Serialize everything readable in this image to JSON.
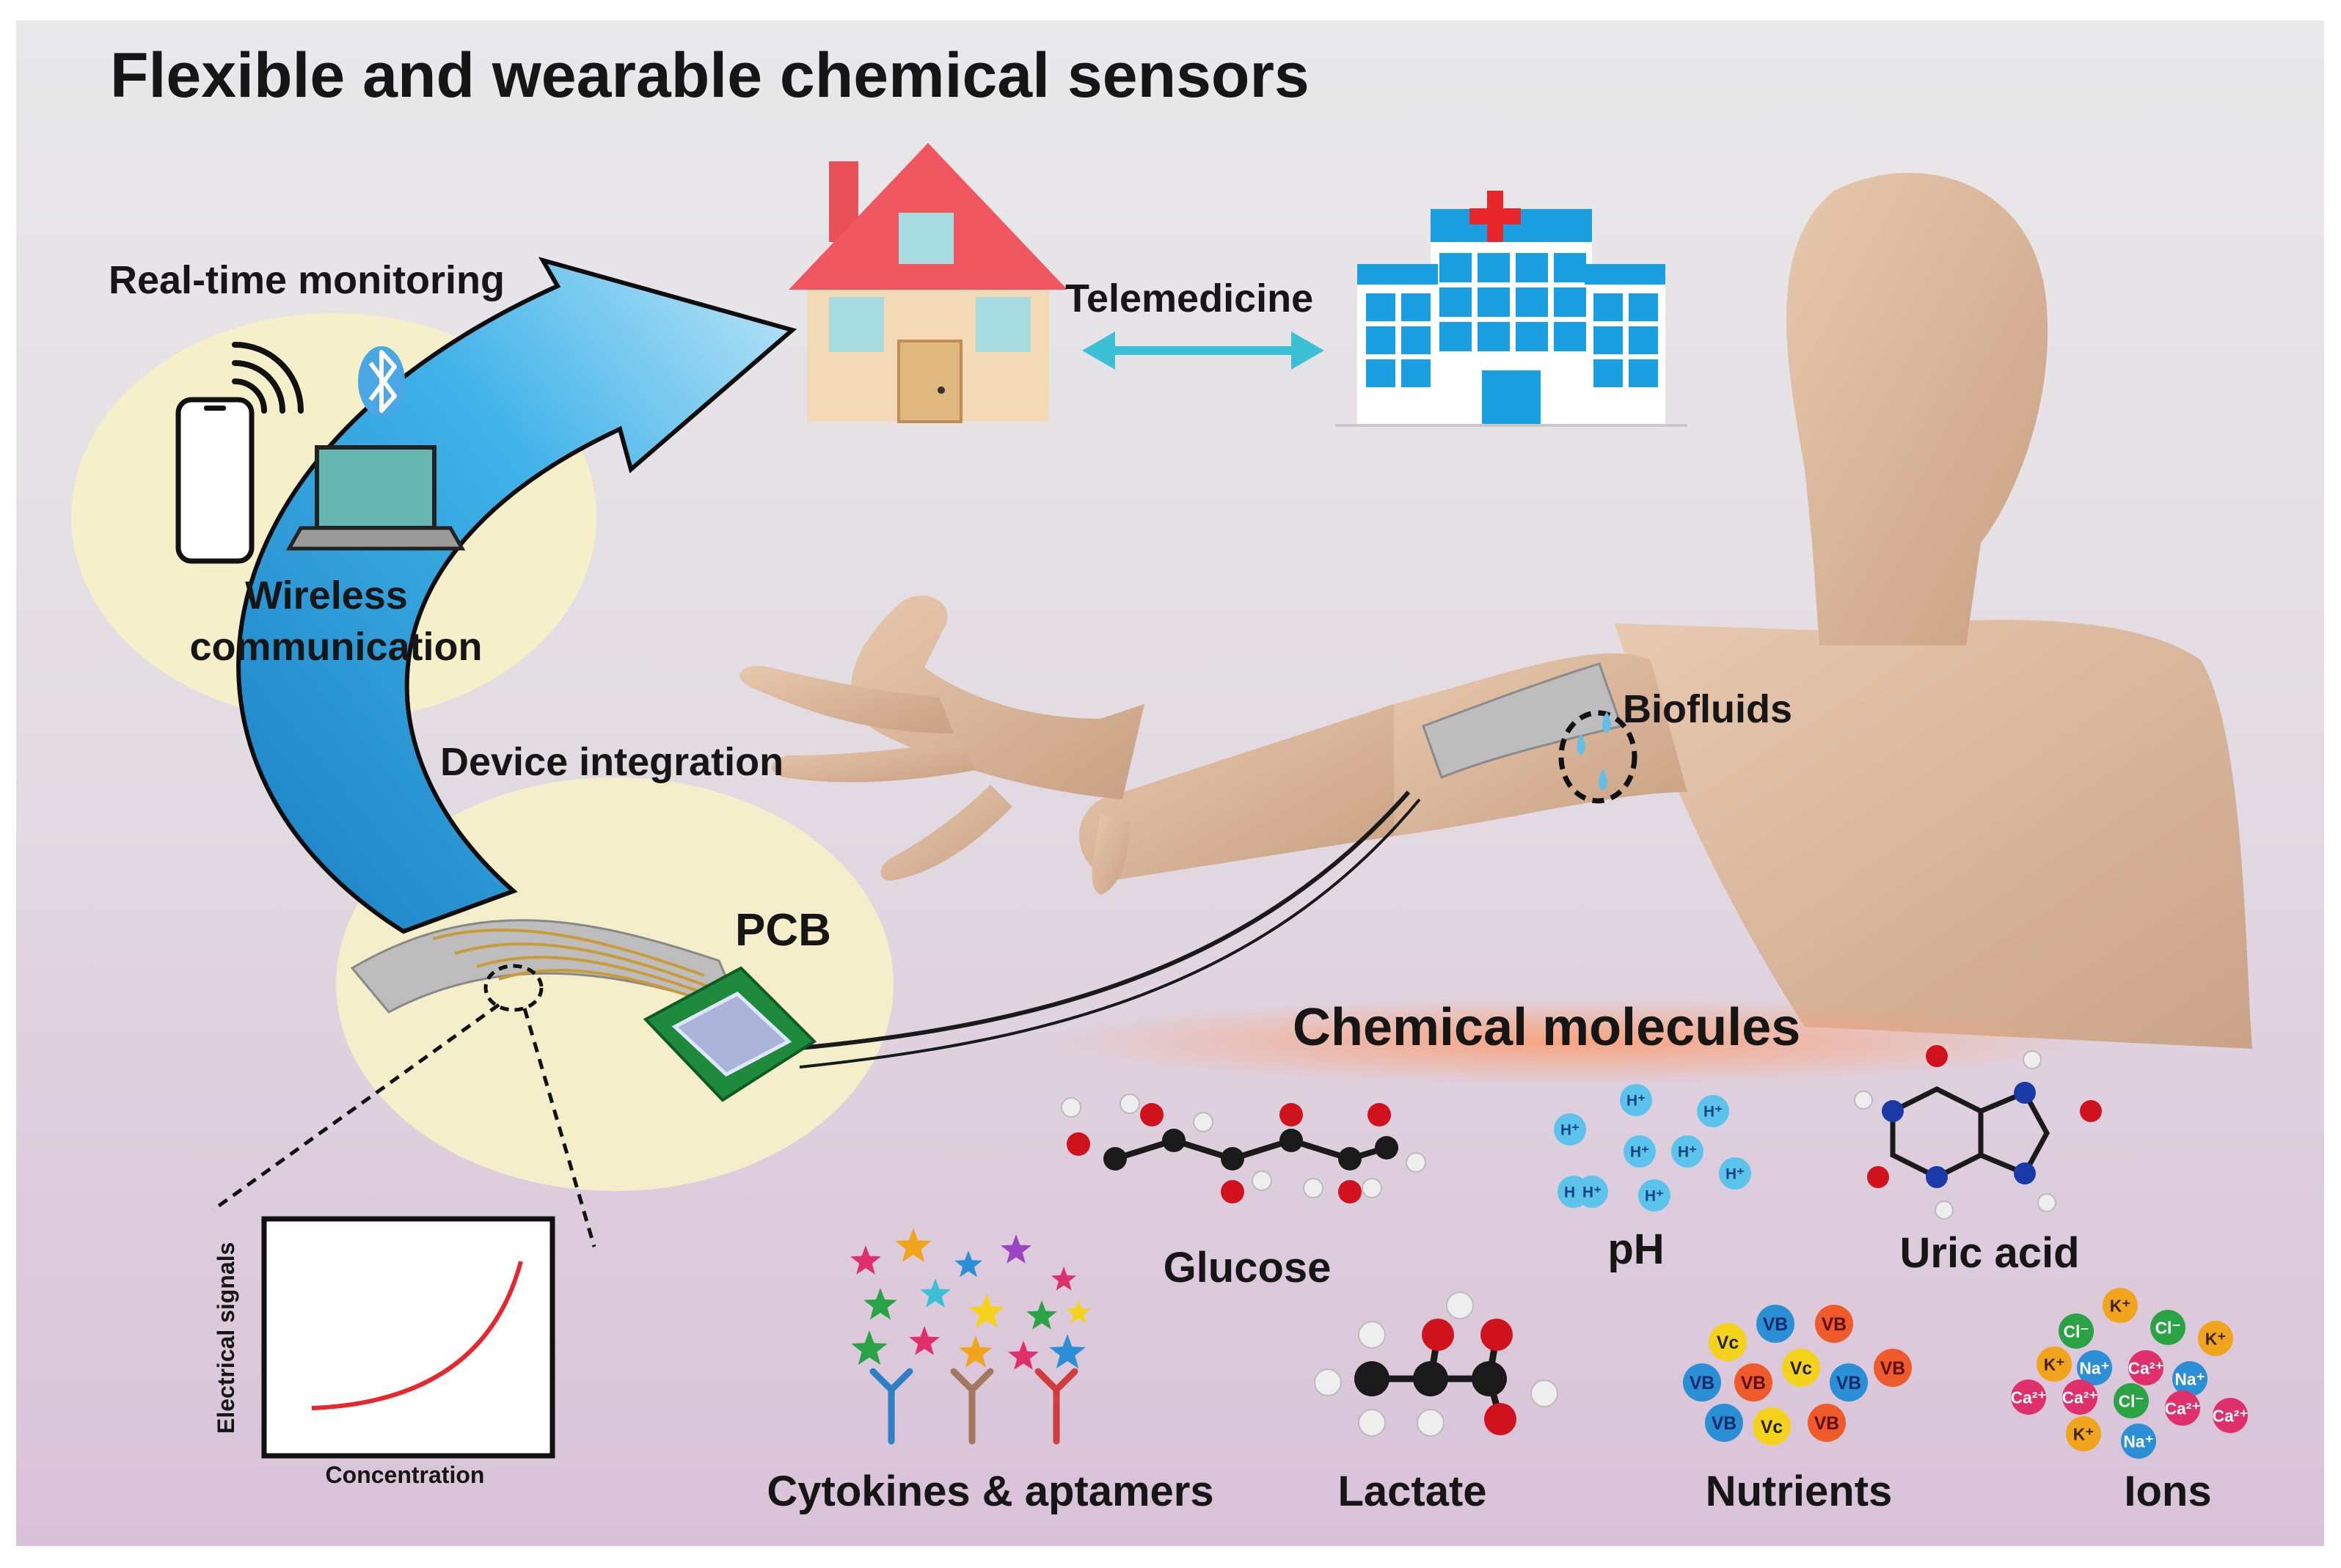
{
  "figure": {
    "title": "Flexible and wearable chemical sensors",
    "labels": {
      "realtime": "Real-time monitoring",
      "telemedicine": "Telemedicine",
      "wireless_line1": "Wireless",
      "wireless_line2": "communication",
      "device_integration": "Device integration",
      "pcb": "PCB",
      "biofluids": "Biofluids",
      "chemical_molecules": "Chemical molecules"
    },
    "inset_plot": {
      "ylabel": "Electrical signals",
      "xlabel": "Concentration"
    },
    "molecules": [
      {
        "key": "glucose",
        "label": "Glucose"
      },
      {
        "key": "ph",
        "label": "pH"
      },
      {
        "key": "uric_acid",
        "label": "Uric acid"
      },
      {
        "key": "cytokines",
        "label": "Cytokines & aptamers"
      },
      {
        "key": "lactate",
        "label": "Lactate"
      },
      {
        "key": "nutrients",
        "label": "Nutrients"
      },
      {
        "key": "ions",
        "label": "Ions"
      }
    ],
    "badges": {
      "proton": "H⁺",
      "vc": "Vc",
      "vb": "VB",
      "k": "K⁺",
      "cl": "Cl⁻",
      "na": "Na⁺",
      "ca": "Ca²⁺"
    },
    "colors": {
      "arrow_blue": "#2ea6dd",
      "house_roof": "#f0565f",
      "hospital_blue": "#1aa0e0",
      "red_cross": "#e8262c",
      "bg_top": "#e6e5e6",
      "bg_bottom": "#dcc8da",
      "signal_curve": "#e8262c",
      "oxygen_red": "#d0121c",
      "carbon_black": "#1a1a1a"
    }
  }
}
